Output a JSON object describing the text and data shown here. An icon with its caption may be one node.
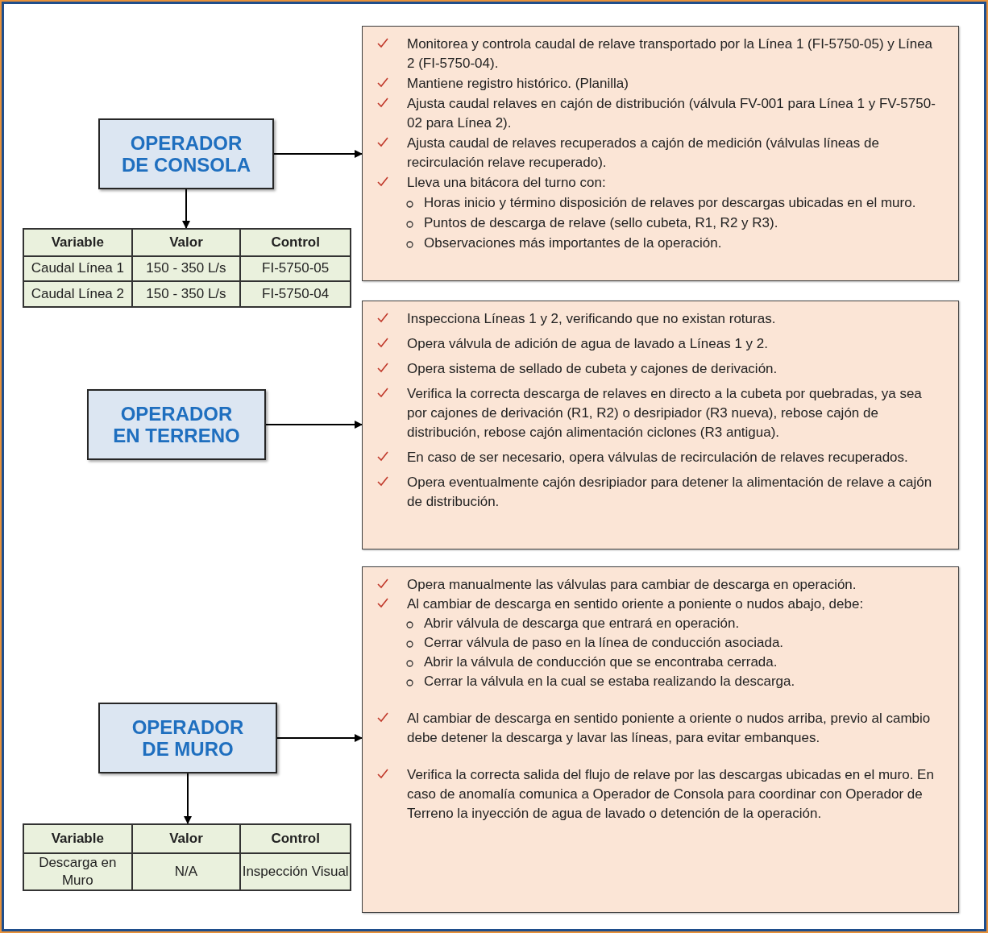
{
  "diagram": {
    "nodes": [
      {
        "text": [
          "OPERADOR DE CONSOLA"
        ]
      },
      {
        "text": [
          "Monitorea y controla caudal de relave transportado por la Línea 1 (FI-5750-05) y Línea 2 (FI-5750-04).",
          "Mantiene registro histórico. (Planilla)",
          "Ajusta caudal relaves en cajón de distribución (válvula FV-001 para Línea 1 y FV-5750-02 para Línea 2).",
          "Ajusta caudal de relaves recuperados a cajón de medición (válvulas líneas de recirculación relave recuperado).",
          "Lleva una bitácora del turno con:",
          "Horas inicio y término disposición de relaves por descargas ubicadas en el muro.",
          "Puntos de descarga de relave (sello cubeta, R1, R2 y R3).",
          "Observaciones más importantes de la operación."
        ]
      },
      {
        "text": [
          "Variable",
          "Valor",
          "Control",
          "Caudal Línea 1",
          "150 - 350 L/s",
          "FI-5750-05",
          "Caudal Línea 2",
          "150 - 350 L/s",
          "FI-5750-04"
        ]
      },
      {
        "text": [
          "OPERADOR EN TERRENO"
        ]
      },
      {
        "text": [
          "Inspecciona Líneas 1 y 2, verificando que no existan roturas.",
          "Opera válvula de adición de agua de lavado a Líneas 1 y 2.",
          "Opera sistema de sellado de cubeta y cajones de derivación.",
          "Verifica la correcta descarga de relaves en directo a la cubeta por quebradas, ya sea por cajones de derivación (R1, R2) o desripiador (R3 nueva), rebose cajón de distribución, rebose cajón alimentación ciclones (R3 antigua).",
          "En caso de ser necesario, opera válvulas de recirculación de relaves recuperados.",
          "Opera eventualmente cajón desripiador para detener la alimentación de relave a cajón de distribución."
        ]
      },
      {
        "text": [
          "OPERADOR DE MURO"
        ]
      },
      {
        "text": [
          "Opera manualmente las válvulas para cambiar de descarga en operación.",
          "Al cambiar de descarga en sentido oriente a poniente o nudos abajo, debe:",
          "Abrir válvula de descarga que entrará en operación.",
          "Cerrar válvula de paso en la línea de conducción asociada.",
          "Abrir la válvula de conducción que se encontraba cerrada.",
          "Cerrar la válvula en la cual se estaba realizando la descarga.",
          "Al cambiar de descarga en sentido poniente a oriente o nudos arriba, previo al cambio debe detener la descarga y lavar las líneas, para evitar embanques.",
          "Verifica la correcta salida del flujo de relave por las descargas ubicadas en el muro. En caso de anomalía comunica a Operador de Consola para coordinar con Operador de Terreno la inyección de agua de lavado o detención de la operación."
        ]
      },
      {
        "text": [
          "Variable",
          "Valor",
          "Control",
          "Descarga en Muro",
          "N/A",
          "Inspección Visual"
        ]
      }
    ],
    "edges": [
      {
        "from": 0,
        "to": 1,
        "arrow": "to"
      },
      {
        "from": 0,
        "to": 2,
        "arrow": "to"
      },
      {
        "from": 3,
        "to": 4,
        "arrow": "to"
      },
      {
        "from": 5,
        "to": 6,
        "arrow": "to"
      },
      {
        "from": 5,
        "to": 7,
        "arrow": "to"
      }
    ]
  }
}
